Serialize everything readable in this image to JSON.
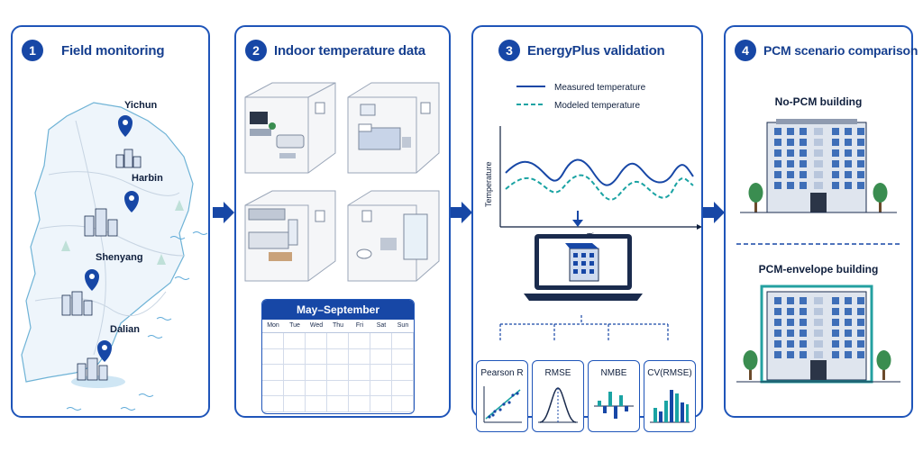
{
  "panels": [
    {
      "number": "1",
      "title": "Field monitoring"
    },
    {
      "number": "2",
      "title": "Indoor temperature data"
    },
    {
      "number": "3",
      "title": "EnergyPlus validation"
    },
    {
      "number": "4",
      "title": "PCM scenario comparison"
    }
  ],
  "cities": [
    "Yichun",
    "Harbin",
    "Shenyang",
    "Dalian"
  ],
  "calendar": {
    "title": "May–September",
    "days": [
      "Mon",
      "Tue",
      "Wed",
      "Thu",
      "Fri",
      "Sat",
      "Sun"
    ]
  },
  "validation": {
    "legend_measured": "Measured temperature",
    "legend_modeled": "Modeled temperature",
    "ylabel": "Temperature",
    "xlabel": "Time"
  },
  "metrics": [
    "Pearson R",
    "RMSE",
    "NMBE",
    "CV(RMSE)"
  ],
  "scenarios": [
    "No-PCM building",
    "PCM-envelope building"
  ],
  "colors": {
    "primary": "#1747a6",
    "modeled": "#1aa3a3",
    "teal_frame": "#24a0a0"
  }
}
